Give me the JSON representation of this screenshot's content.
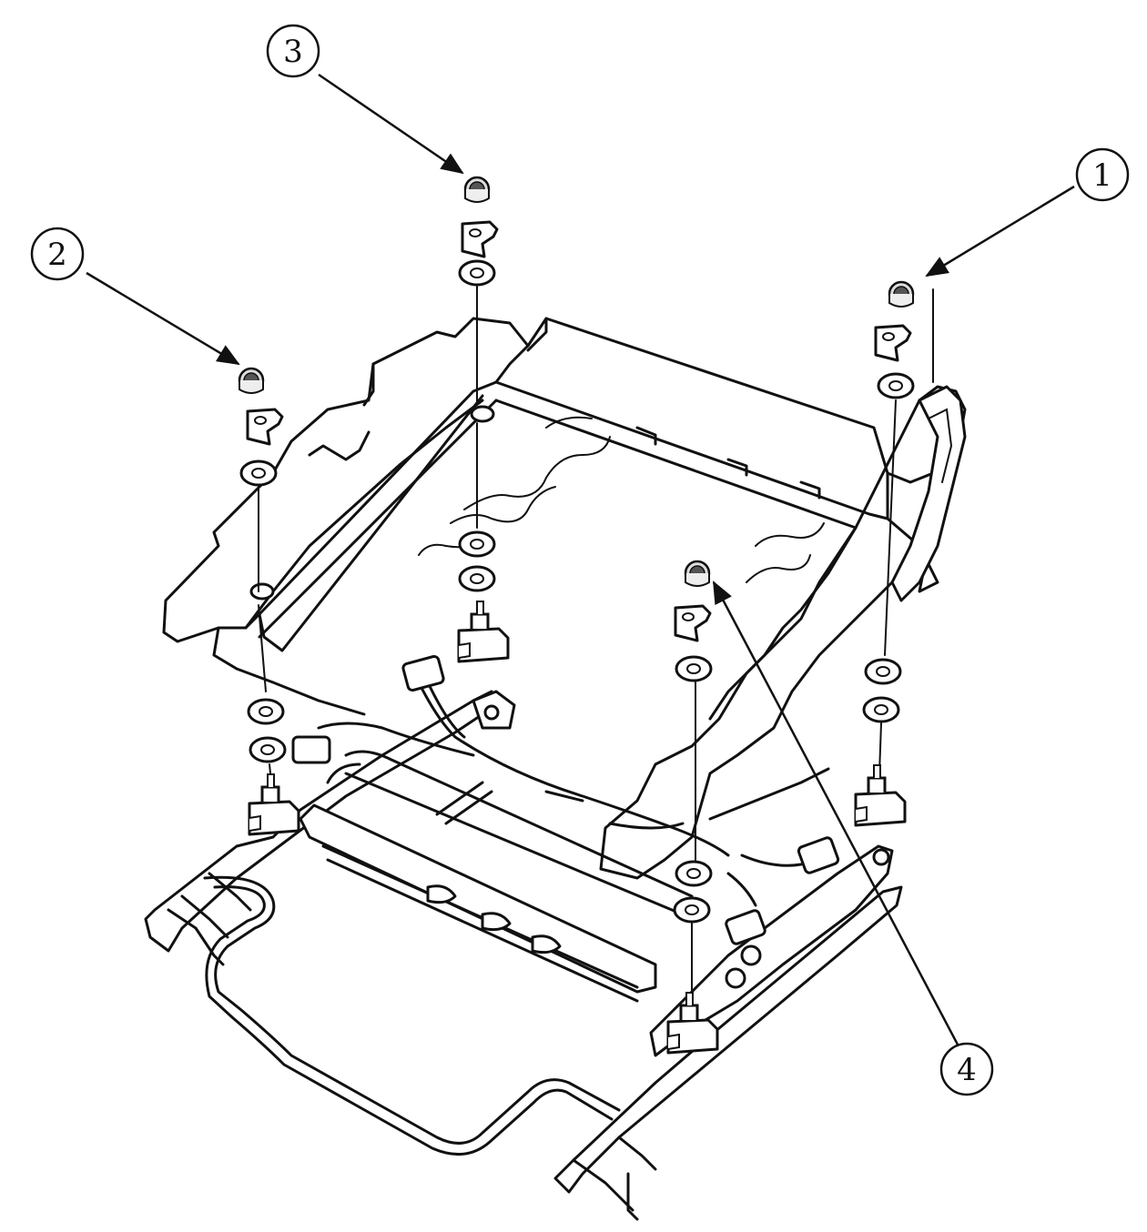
{
  "diagram": {
    "callouts": [
      {
        "label": "1"
      },
      {
        "label": "2"
      },
      {
        "label": "3"
      },
      {
        "label": "4"
      }
    ],
    "colors": {
      "line": "#111111",
      "background": "#ffffff"
    }
  }
}
